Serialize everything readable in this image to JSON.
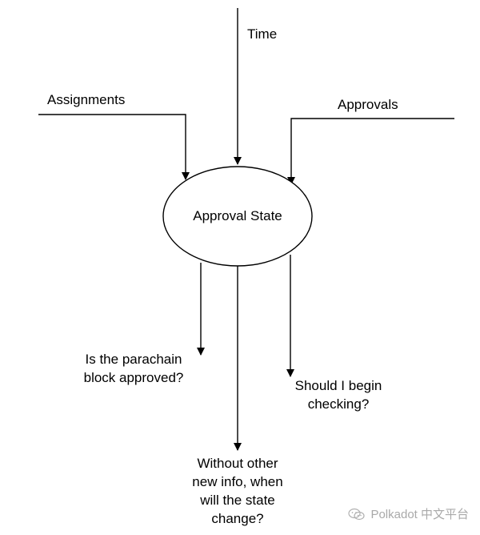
{
  "diagram": {
    "center_node": "Approval State",
    "inputs": {
      "time": "Time",
      "assignments": "Assignments",
      "approvals": "Approvals"
    },
    "outputs": {
      "parachain_approved": [
        "Is the parachain",
        "block approved?"
      ],
      "begin_checking": [
        "Should I begin",
        "checking?"
      ],
      "state_change": [
        "Without other",
        "new info, when",
        "will the state",
        "change?"
      ]
    }
  },
  "watermark": {
    "text": "Polkadot 中文平台",
    "icon": "wechat-icon"
  }
}
